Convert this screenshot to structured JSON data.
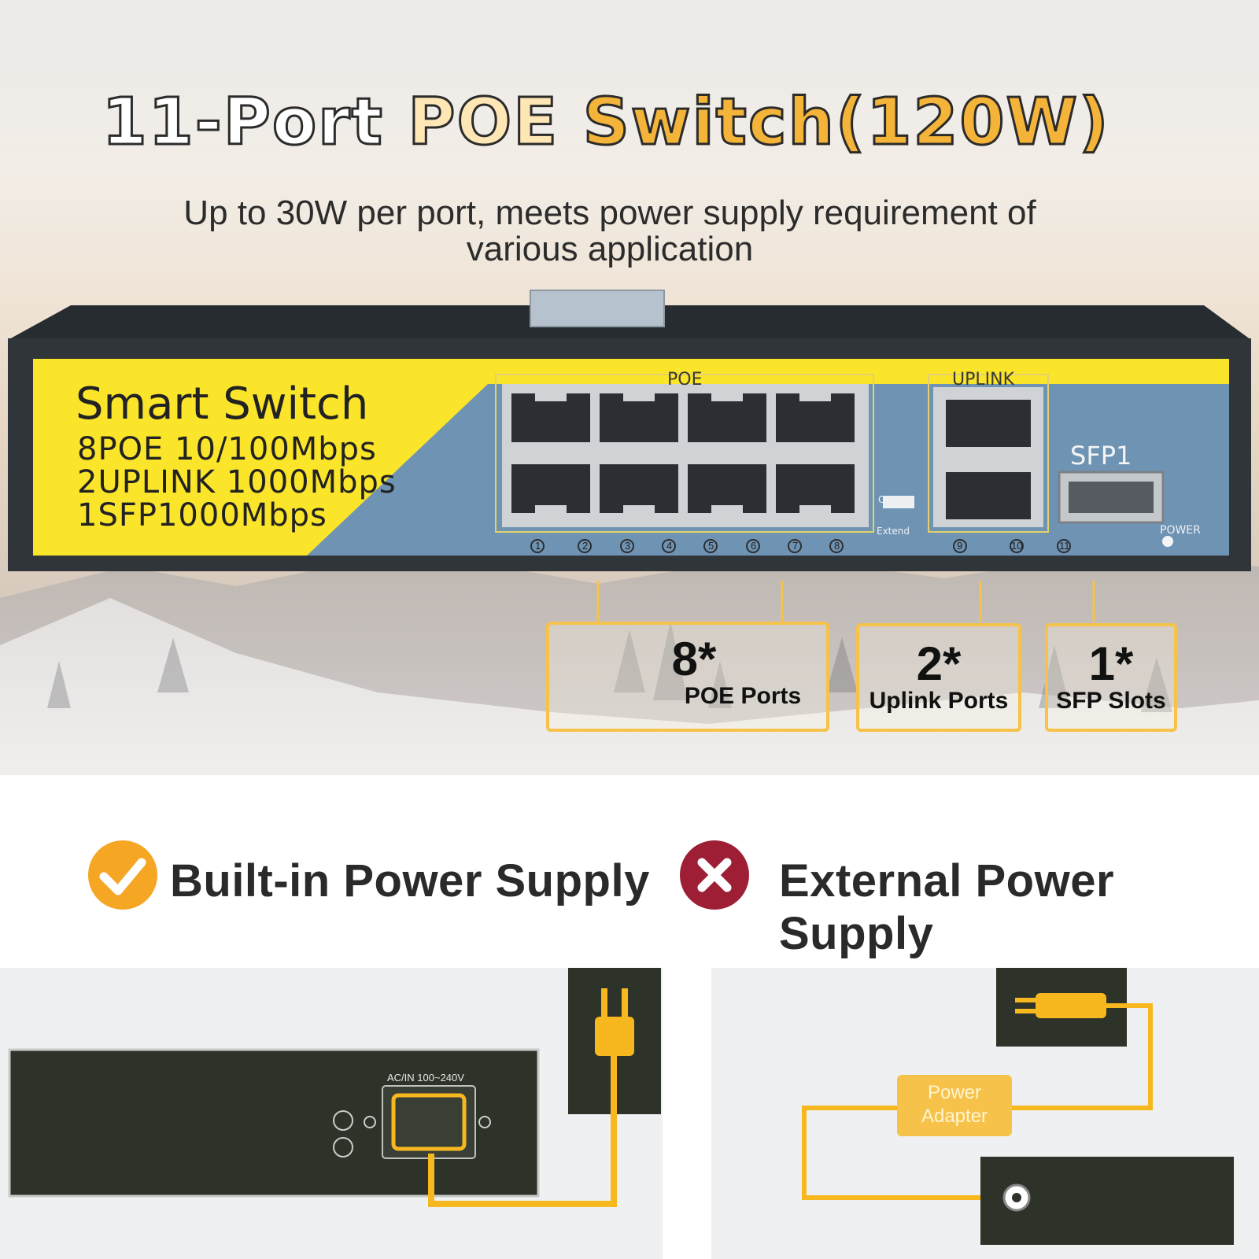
{
  "title": {
    "part1": "11-Port",
    "part2": "POE",
    "part3": "Switch(120W)"
  },
  "subtitle": {
    "line1": "Up to 30W per port, meets power supply requirement of",
    "line2": "various application"
  },
  "device": {
    "name": "Smart Switch",
    "spec1": "8POE 10/100Mbps",
    "spec2": "2UPLINK 1000Mbps",
    "spec3": "1SFP1000Mbps",
    "poe_label": "POE",
    "uplink_label": "UPLINK",
    "sfp_label": "SFP1",
    "switch_top": "OFF/ON",
    "switch_bottom": "Extend",
    "power_label": "POWER",
    "port_numbers": [
      "1",
      "2",
      "3",
      "4",
      "5",
      "6",
      "7",
      "8"
    ],
    "uplink_numbers": [
      "9",
      "10"
    ],
    "sfp_number": "11"
  },
  "callouts": [
    {
      "count": "8*",
      "label": "POE Ports"
    },
    {
      "count": "2*",
      "label": "Uplink Ports"
    },
    {
      "count": "1*",
      "label": "SFP Slots"
    }
  ],
  "features": {
    "builtin": "Built-in Power Supply",
    "external": "External Power Supply"
  },
  "diagrams": {
    "ac_label": "AC/IN 100~240V",
    "adapter_line1": "Power",
    "adapter_line2": "Adapter"
  },
  "colors": {
    "accent_yellow": "#f6b81e",
    "panel_yellow": "#fbe52a",
    "panel_blue": "#6f93b3",
    "check_orange": "#f5a623",
    "cross_red": "#9e1f35",
    "device_dark": "#2d3337"
  }
}
